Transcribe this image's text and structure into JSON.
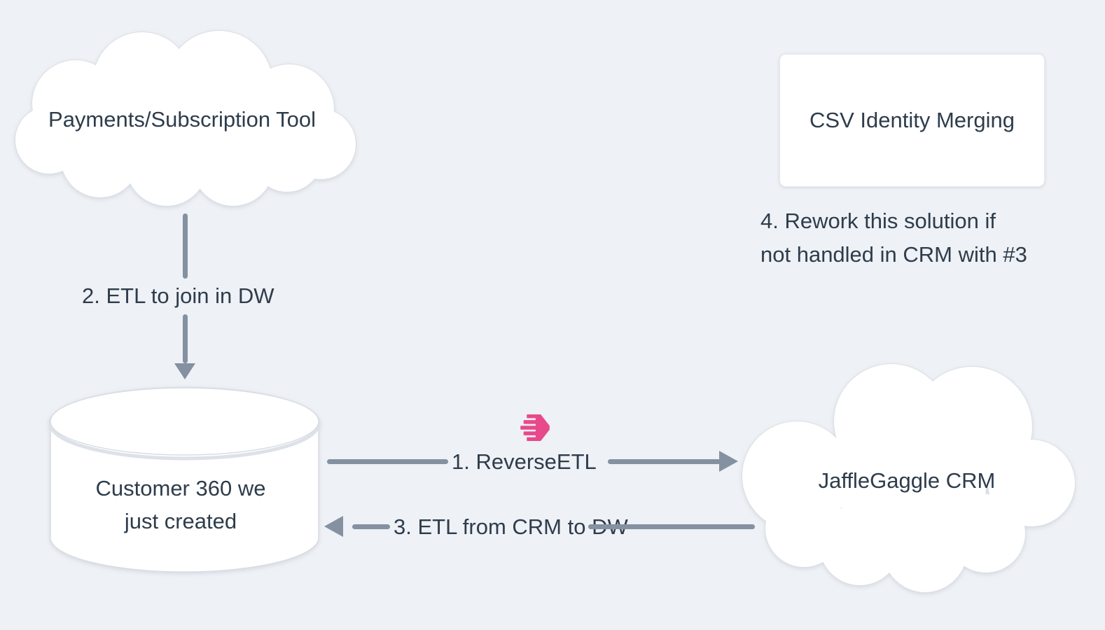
{
  "diagram": {
    "background_color": "#eef1f5",
    "text_color": "#2e3c4b",
    "arrow_color": "#8491a1",
    "node_fill": "#ffffff",
    "node_outline": "#d8dde4",
    "hightouch_pink": "#e8498a",
    "nodes": {
      "payments_tool": {
        "shape": "cloud",
        "label": "Payments/Subscription Tool"
      },
      "csv_identity_merging": {
        "shape": "card",
        "label": "CSV Identity Merging"
      },
      "customer_360": {
        "shape": "database-cylinder",
        "label_lines": [
          "Customer 360 we",
          "just created"
        ]
      },
      "jafflegaggle_crm": {
        "shape": "cloud",
        "label": "JaffleGaggle CRM"
      }
    },
    "edges": {
      "reverse_etl": {
        "label": "1. ReverseETL",
        "icon": "hightouch-logo",
        "from": "customer_360",
        "to": "jafflegaggle_crm",
        "direction": "right"
      },
      "etl_to_join": {
        "label": "2. ETL to join in DW",
        "from": "payments_tool",
        "to": "customer_360",
        "direction": "down"
      },
      "etl_from_crm": {
        "label": "3. ETL from CRM to DW",
        "from": "jafflegaggle_crm",
        "to": "customer_360",
        "direction": "left"
      }
    },
    "notes": {
      "rework_note": {
        "lines": [
          "4. Rework this solution if",
          "not handled in CRM with #3"
        ]
      }
    }
  }
}
